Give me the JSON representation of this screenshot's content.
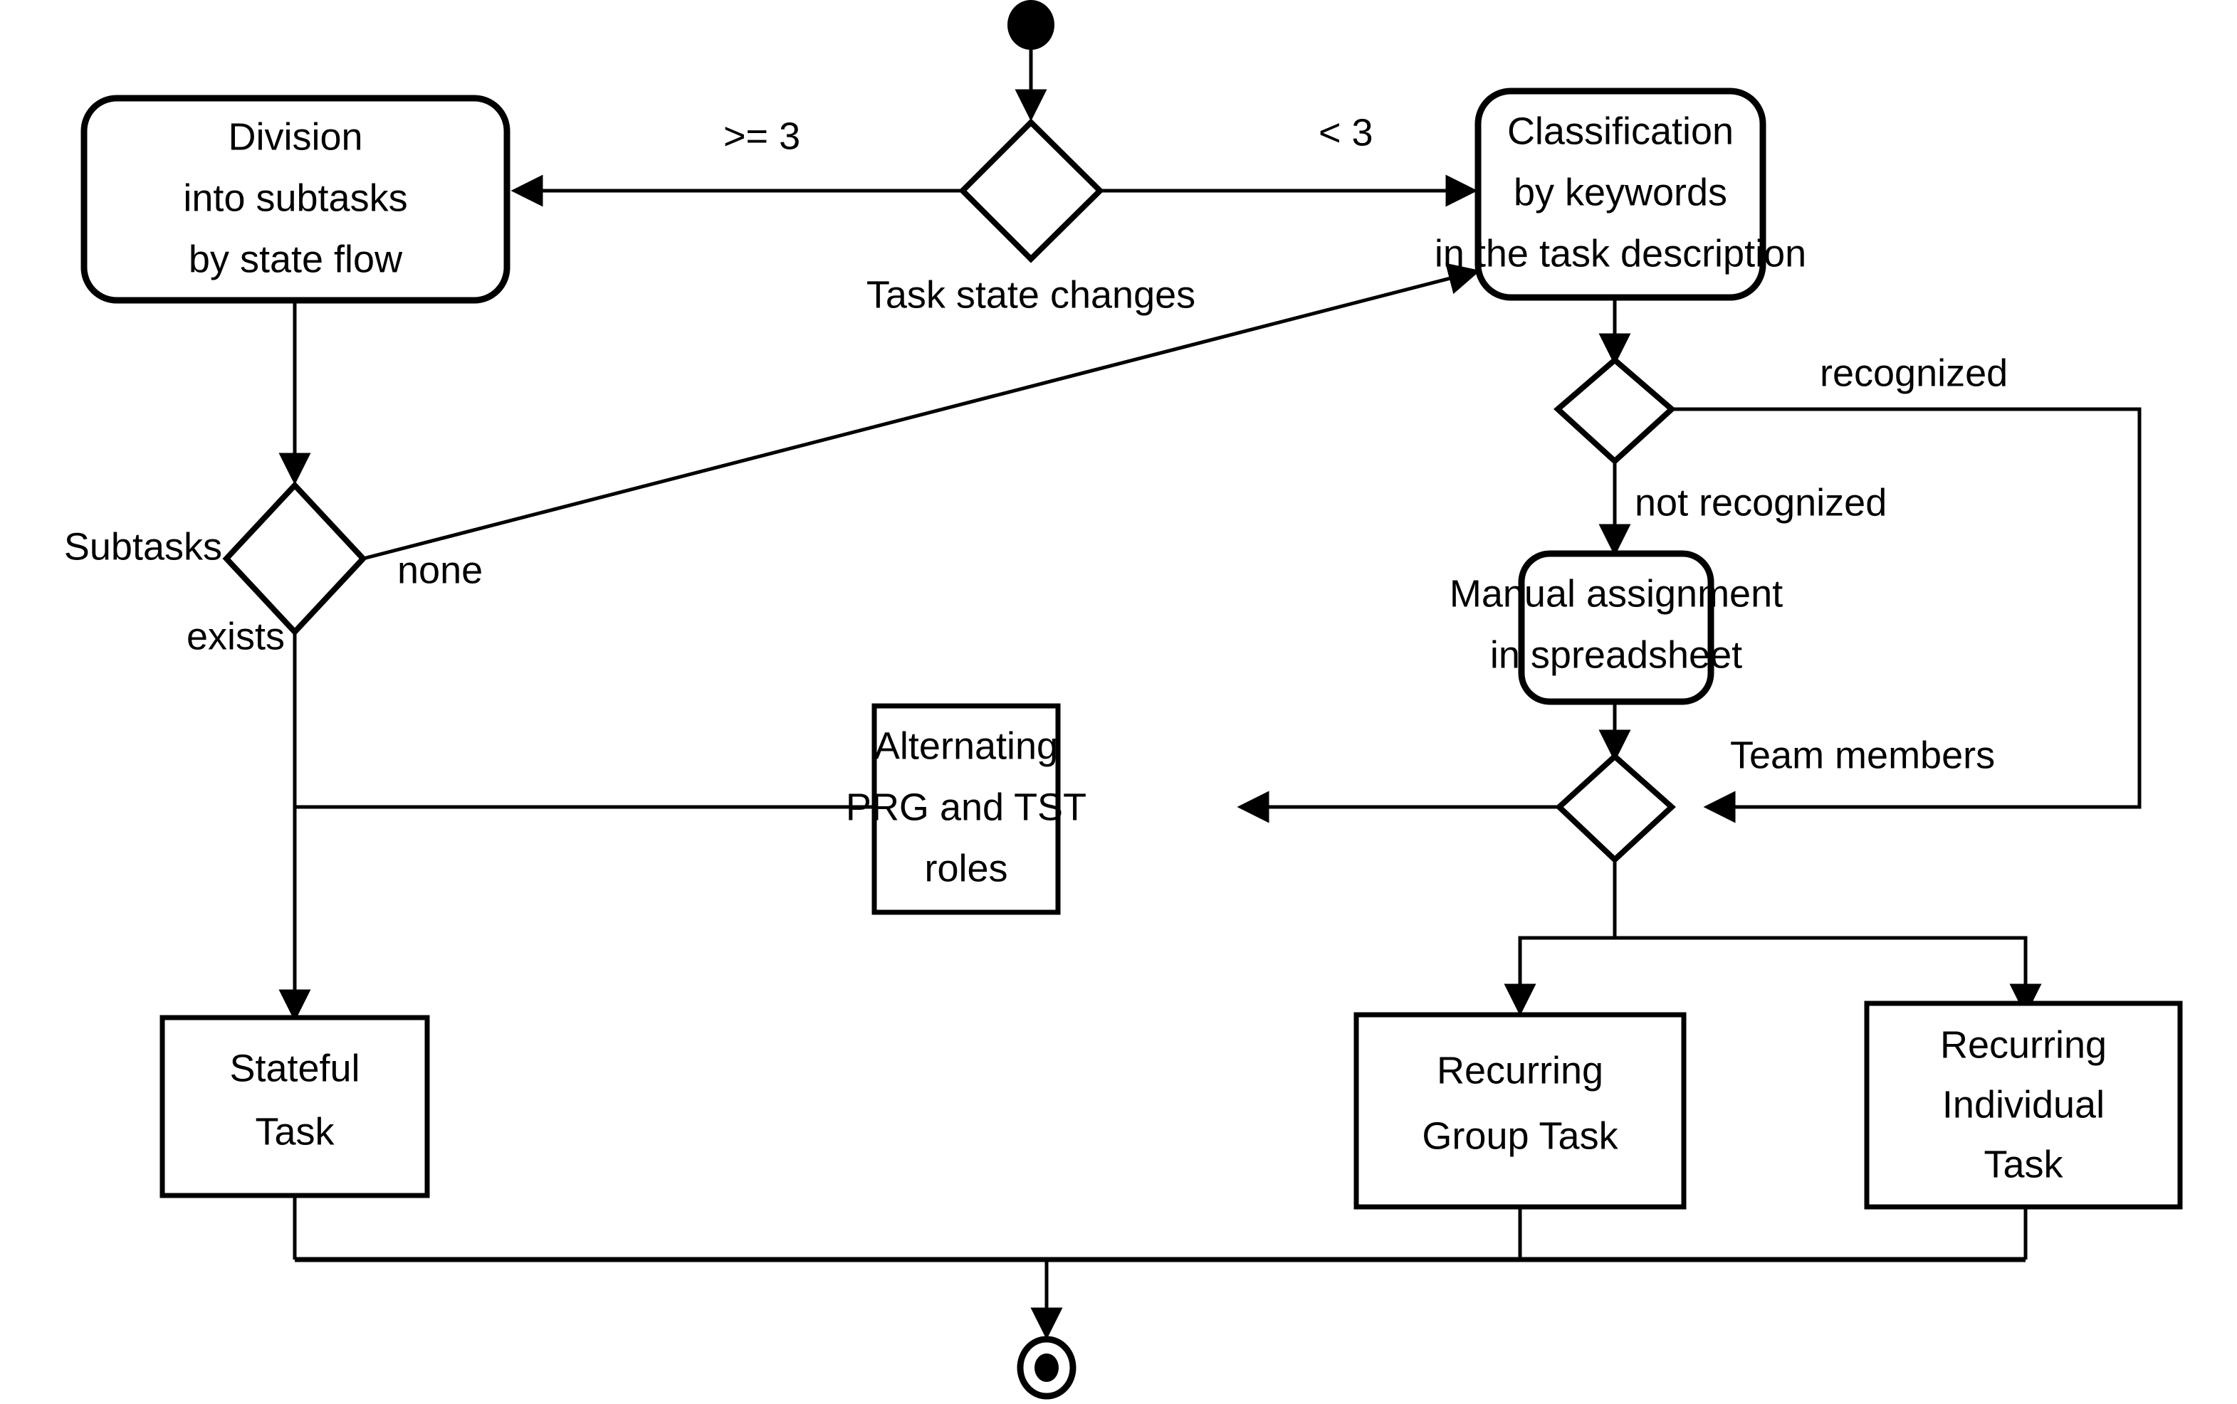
{
  "diagram": {
    "type": "uml-activity-diagram",
    "title": "Task processing activity diagram",
    "background_color": "#ffffff",
    "line_color": "#000000",
    "nodes": {
      "start": {
        "kind": "initial-node",
        "label": ""
      },
      "decision_state_changes": {
        "kind": "decision",
        "label": "",
        "caption": "Task state changes"
      },
      "division": {
        "kind": "action",
        "lines": [
          "Division",
          "into subtasks",
          "by state flow"
        ]
      },
      "classification": {
        "kind": "action",
        "lines": [
          "Classification",
          "by keywords",
          "in the task description"
        ]
      },
      "subtasks_decision": {
        "kind": "decision",
        "label": "",
        "caption": "Subtasks"
      },
      "recognition_decision": {
        "kind": "decision",
        "label": ""
      },
      "manual_assignment": {
        "kind": "action",
        "lines": [
          "Manual assignment",
          "in spreadsheet"
        ]
      },
      "team_decision": {
        "kind": "merge-decision",
        "label": "",
        "caption": "Team members"
      },
      "alternating_roles": {
        "kind": "object",
        "lines": [
          "Alternating",
          "PRG and TST",
          "roles"
        ]
      },
      "stateful_task": {
        "kind": "object",
        "lines": [
          "Stateful",
          "Task"
        ]
      },
      "recurring_group_task": {
        "kind": "object",
        "lines": [
          "Recurring",
          "Group Task"
        ]
      },
      "recurring_individual_task": {
        "kind": "object",
        "lines": [
          "Recurring",
          "Individual",
          "Task"
        ]
      },
      "end": {
        "kind": "final-node",
        "label": ""
      }
    },
    "edge_labels": {
      "ge_three": ">= 3",
      "lt_three": "< 3",
      "task_state_changes": "Task state changes",
      "subtasks": "Subtasks",
      "exists": "exists",
      "none": "none",
      "recognized": "recognized",
      "not_recognized": "not recognized",
      "team_members": "Team members"
    }
  }
}
